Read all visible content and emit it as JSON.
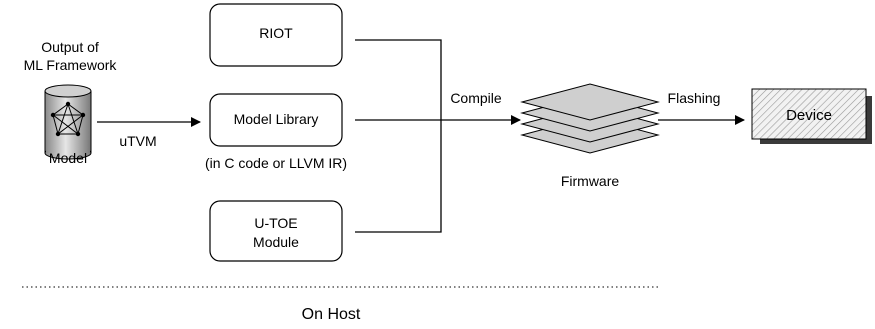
{
  "source": {
    "caption_line1": "Output of",
    "caption_line2": "ML Framework",
    "model_label": "Model"
  },
  "arrows": {
    "utvm_label": "uTVM",
    "compile_label": "Compile",
    "flashing_label": "Flashing"
  },
  "components": {
    "riot": "RIOT",
    "model_library": "Model Library",
    "model_library_note": "(in C code or LLVM IR)",
    "utoe_line1": "U-TOE",
    "utoe_line2": "Module"
  },
  "firmware_label": "Firmware",
  "device_label": "Device",
  "footer_label": "On Host"
}
